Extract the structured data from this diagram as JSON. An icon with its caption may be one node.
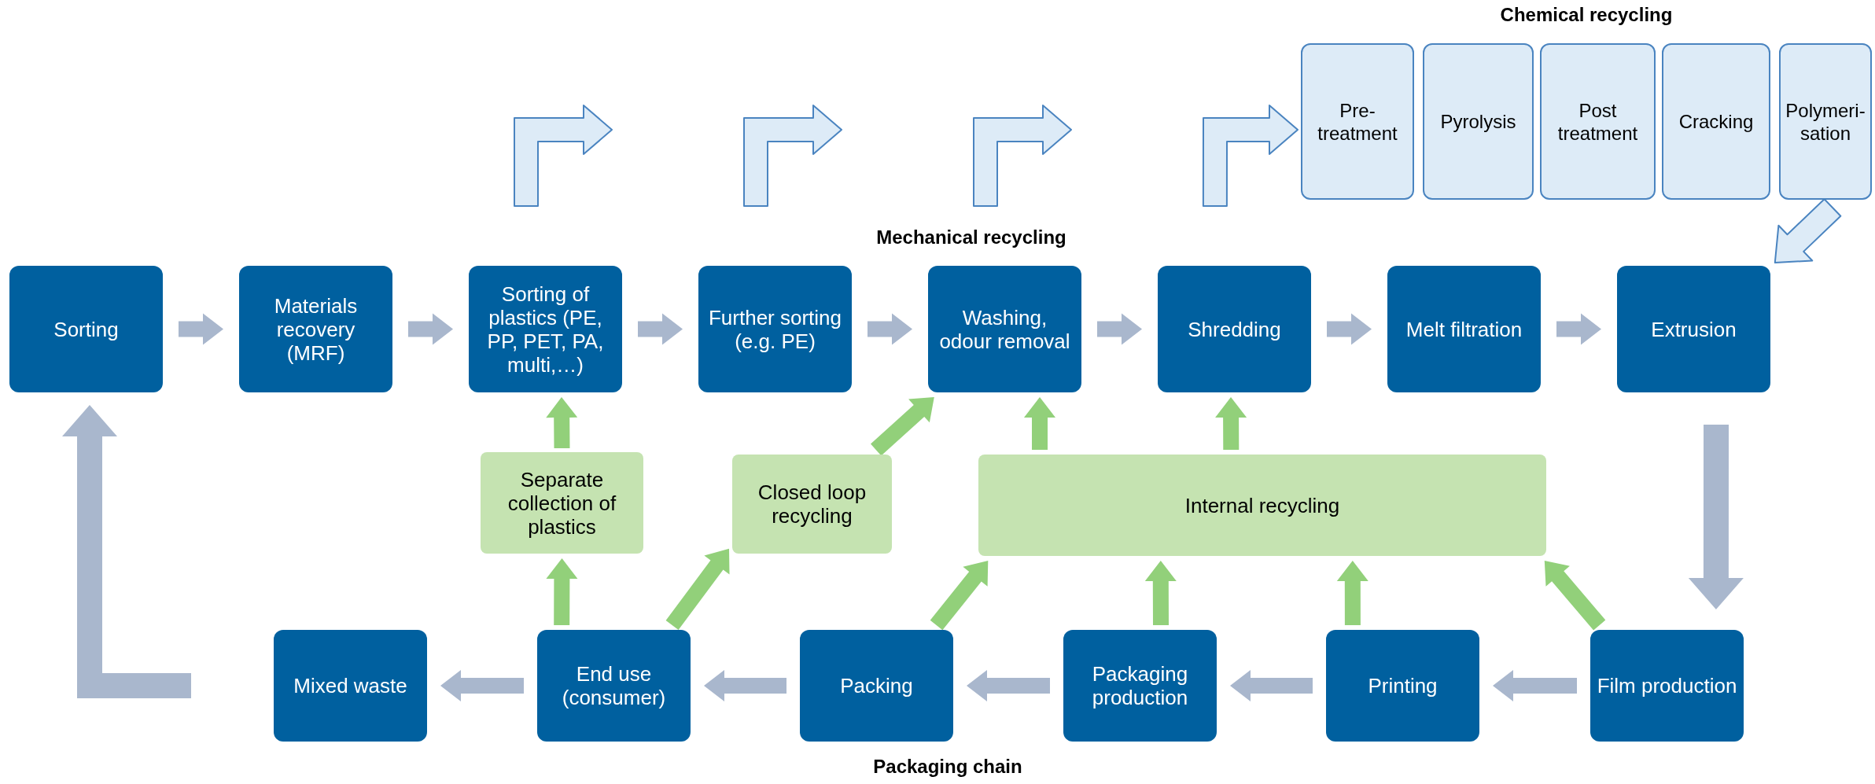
{
  "diagram": {
    "nodes": [
      {
        "text": [
          "Sorting"
        ]
      },
      {
        "text": [
          "Materials recovery (MRF)"
        ]
      },
      {
        "text": [
          "Sorting of plastics (PE, PP, PET, PA, multi,…)"
        ]
      },
      {
        "text": [
          "Further sorting (e.g. PE)"
        ]
      },
      {
        "text": [
          "Washing, odour removal"
        ]
      },
      {
        "text": [
          "Shredding"
        ]
      },
      {
        "text": [
          "Melt filtration"
        ]
      },
      {
        "text": [
          "Extrusion"
        ]
      },
      {
        "text": [
          "Pre-treatment"
        ]
      },
      {
        "text": [
          "Pyrolysis"
        ]
      },
      {
        "text": [
          "Post treatment"
        ]
      },
      {
        "text": [
          "Cracking"
        ]
      },
      {
        "text": [
          "Polymeri-sation"
        ]
      },
      {
        "text": [
          "Separate collection of plastics"
        ]
      },
      {
        "text": [
          "Closed loop recycling"
        ]
      },
      {
        "text": [
          "Internal recycling"
        ]
      },
      {
        "text": [
          "Mixed waste"
        ]
      },
      {
        "text": [
          "End use (consumer)"
        ]
      },
      {
        "text": [
          "Packing"
        ]
      },
      {
        "text": [
          "Packaging production"
        ]
      },
      {
        "text": [
          "Printing"
        ]
      },
      {
        "text": [
          "Film production"
        ]
      }
    ],
    "edges": [
      {
        "from": 0,
        "to": 1,
        "arrow": "to"
      },
      {
        "from": 1,
        "to": 2,
        "arrow": "to"
      },
      {
        "from": 2,
        "to": 3,
        "arrow": "to"
      },
      {
        "from": 3,
        "to": 4,
        "arrow": "to"
      },
      {
        "from": 4,
        "to": 5,
        "arrow": "to"
      },
      {
        "from": 5,
        "to": 6,
        "arrow": "to"
      },
      {
        "from": 6,
        "to": 7,
        "arrow": "to"
      },
      {
        "from": 7,
        "to": 21,
        "arrow": "to",
        "style": "thick"
      },
      {
        "from": 21,
        "to": 20,
        "arrow": "to"
      },
      {
        "from": 20,
        "to": 19,
        "arrow": "to"
      },
      {
        "from": 19,
        "to": 18,
        "arrow": "to"
      },
      {
        "from": 18,
        "to": 17,
        "arrow": "to"
      },
      {
        "from": 17,
        "to": 16,
        "arrow": "to"
      },
      {
        "from": 16,
        "to": 0,
        "arrow": "to",
        "style": "thick"
      },
      {
        "from": 17,
        "to": 13,
        "arrow": "to",
        "color": "#92d07a"
      },
      {
        "from": 13,
        "to": 2,
        "arrow": "to",
        "color": "#92d07a"
      },
      {
        "from": 17,
        "to": 14,
        "arrow": "to",
        "color": "#92d07a"
      },
      {
        "from": 14,
        "to": 4,
        "arrow": "to",
        "color": "#92d07a"
      },
      {
        "from": 18,
        "to": 15,
        "arrow": "to",
        "color": "#92d07a"
      },
      {
        "from": 19,
        "to": 15,
        "arrow": "to",
        "color": "#92d07a"
      },
      {
        "from": 20,
        "to": 15,
        "arrow": "to",
        "color": "#92d07a"
      },
      {
        "from": 21,
        "to": 15,
        "arrow": "to",
        "color": "#92d07a"
      },
      {
        "from": 15,
        "to": 4,
        "arrow": "to",
        "color": "#92d07a"
      },
      {
        "from": 15,
        "to": 5,
        "arrow": "to",
        "color": "#92d07a"
      },
      {
        "from": 5,
        "to": 8,
        "arrow": "to",
        "style": "thick",
        "color": "#ddebf7"
      },
      {
        "from": 12,
        "to": 7,
        "arrow": "to",
        "color": "#ddebf7"
      }
    ],
    "labels": [
      "Chemical recycling",
      "Mechanical recycling",
      "Packaging chain"
    ]
  }
}
